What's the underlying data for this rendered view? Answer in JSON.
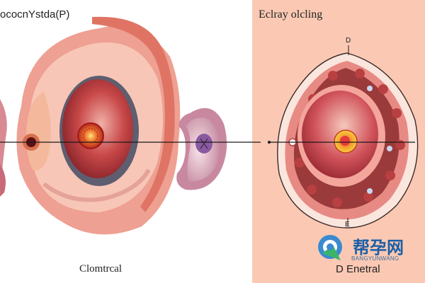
{
  "labels": {
    "top_left": "ococnYstda(P)",
    "top_right": "Eclray olcling",
    "bottom_left": "Clomtrcal",
    "bottom_right": "D Enetral",
    "marker_d": "D",
    "marker_e": "E"
  },
  "watermark": {
    "chinese": "帮孕网",
    "english": "BANGYUNWANG"
  },
  "colors": {
    "right_panel_bg": "#fbc9b3",
    "tissue_pink": "#f0a89a",
    "cavity_red": "#b83038",
    "follicle_orange": "#f0802a",
    "watermark_blue": "#1a5fa8"
  }
}
